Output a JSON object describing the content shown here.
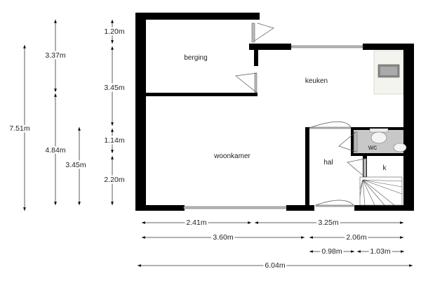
{
  "rooms": {
    "berging": "berging",
    "keuken": "keuken",
    "woonkamer": "woonkamer",
    "hal": "hal",
    "wc": "wc",
    "k": "k"
  },
  "dimensions": {
    "vertical": {
      "total": "7.51m",
      "upper": "3.37m",
      "lower": "4.84m",
      "hal": "3.45m",
      "d1": "1.20m",
      "d2": "3.45m",
      "d3": "1.14m",
      "d4": "2.20m"
    },
    "horizontal": {
      "h1": "2.41m",
      "h2": "3.25m",
      "h3": "3.60m",
      "h4": "2.06m",
      "h5": "0.98m",
      "h6": "1.03m",
      "total": "6.04m"
    }
  }
}
